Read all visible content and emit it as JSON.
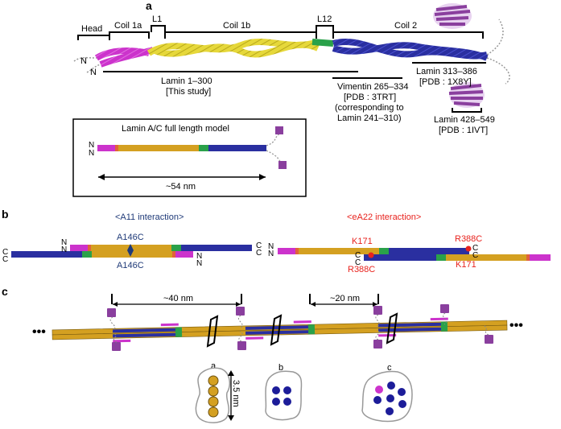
{
  "panels": {
    "a": {
      "label": "a",
      "domains": {
        "head": "Head",
        "coil1a": "Coil 1a",
        "l1": "L1",
        "coil1b": "Coil 1b",
        "l12": "L12",
        "coil2": "Coil 2"
      },
      "n_label": "N",
      "constructs": {
        "lamin_1_300": {
          "name": "Lamin 1–300",
          "note": "[This study]"
        },
        "vimentin": {
          "name": "Vimentin 265–334",
          "pdb": "[PDB : 3TRT]",
          "note1": "(corresponding to",
          "note2": "Lamin 241–310)"
        },
        "lamin_313_386": {
          "name": "Lamin 313–386",
          "pdb": "[PDB : 1X8Y]"
        },
        "lamin_428_549": {
          "name": "Lamin 428–549",
          "pdb": "[PDB : 1IVT]"
        }
      },
      "model": {
        "title": "Lamin A/C full length model",
        "length": "~54 nm",
        "n_label": "N"
      }
    },
    "b": {
      "label": "b",
      "a11": {
        "title": "<A11 interaction>",
        "site": "A146C"
      },
      "ea22": {
        "title": "<eA22 interaction>",
        "k171": "K171",
        "r388c": "R388C"
      },
      "n_label": "N",
      "c_label": "C"
    },
    "c": {
      "label": "c",
      "distance_1": "~40 nm",
      "distance_2": "~20 nm",
      "dots": "•••",
      "cross_sections": [
        "a",
        "b",
        "c"
      ],
      "width": "3.5 nm"
    }
  },
  "colors": {
    "head": "#cc33cc",
    "coil1a": "#d4a021",
    "l1": "#e0633a",
    "coil1b": "#e6d83a",
    "l12": "#2aa14a",
    "coil2": "#2a2fa0",
    "globular": "#8a3f9e",
    "interaction_a11": "#1f3a78",
    "interaction_ea22": "#e8231e"
  }
}
